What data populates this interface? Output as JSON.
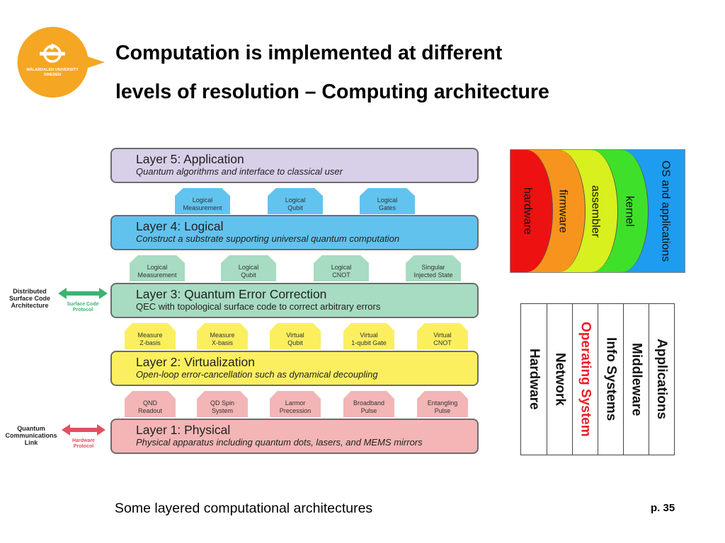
{
  "logo": {
    "university": "MÄLARDALEN UNIVERSITY",
    "country": "SWEDEN"
  },
  "title": {
    "line1": "Computation is implemented at different",
    "line2": "levels of resolution – Computing architecture"
  },
  "quantum_stack": {
    "layers": [
      {
        "title": "Layer 5: Application",
        "subtitle": "Quantum algorithms and interface to classical user",
        "color": "#d8cfe8"
      },
      {
        "title": "Layer 4: Logical",
        "subtitle": "Construct a substrate supporting universal quantum computation",
        "color": "#61c2ee"
      },
      {
        "title": "Layer 3: Quantum Error Correction",
        "subtitle": "QEC with topological surface code to correct arbitrary errors",
        "color": "#a7dcc2"
      },
      {
        "title": "Layer 2: Virtualization",
        "subtitle": "Open-loop error-cancellation such as dynamical decoupling",
        "color": "#fbef5f"
      },
      {
        "title": "Layer 1: Physical",
        "subtitle": "Physical apparatus including quantum dots, lasers, and MEMS mirrors",
        "color": "#f3b5b5"
      }
    ],
    "tags_row4": [
      {
        "l1": "Logical",
        "l2": "Measurement"
      },
      {
        "l1": "Logical",
        "l2": "Qubit"
      },
      {
        "l1": "Logical",
        "l2": "Gates"
      }
    ],
    "tags_row3": [
      {
        "l1": "Logical",
        "l2": "Measurement"
      },
      {
        "l1": "Logical",
        "l2": "Qubit"
      },
      {
        "l1": "Logical",
        "l2": "CNOT"
      },
      {
        "l1": "Singular",
        "l2": "Injected State"
      }
    ],
    "tags_row2": [
      {
        "l1": "Measure",
        "l2": "Z-basis"
      },
      {
        "l1": "Measure",
        "l2": "X-basis"
      },
      {
        "l1": "Virtual",
        "l2": "Qubit"
      },
      {
        "l1": "Virtual",
        "l2": "1-qubit Gate"
      },
      {
        "l1": "Virtual",
        "l2": "CNOT"
      }
    ],
    "tags_row1": [
      {
        "l1": "QND",
        "l2": "Readout"
      },
      {
        "l1": "QD Spin",
        "l2": "System"
      },
      {
        "l1": "Larmor",
        "l2": "Precession"
      },
      {
        "l1": "Broadband",
        "l2": "Pulse"
      },
      {
        "l1": "Entangling",
        "l2": "Pulse"
      }
    ],
    "side_top": {
      "l1": "Distributed",
      "l2": "Surface Code",
      "l3": "Architecture",
      "proto1": "Surface Code",
      "proto2": "Protocol",
      "color": "#3cb371"
    },
    "side_bottom": {
      "l1": "Quantum",
      "l2": "Communications",
      "l3": "Link",
      "proto1": "Hardware",
      "proto2": "Protocol",
      "color": "#e05060"
    }
  },
  "rainbow_stack": [
    {
      "label": "hardware",
      "color": "#ee1111"
    },
    {
      "label": "firmware",
      "color": "#f7941d"
    },
    {
      "label": "assembler",
      "color": "#d7f01e"
    },
    {
      "label": "kernel",
      "color": "#3fe02a"
    },
    {
      "label": "OS and applications",
      "color": "#1e9cf0"
    }
  ],
  "os_stack": [
    {
      "label": "Hardware",
      "color": "#111111"
    },
    {
      "label": "Network",
      "color": "#111111"
    },
    {
      "label": "Operating System",
      "color": "#ee1c24"
    },
    {
      "label": "Info Systems",
      "color": "#111111"
    },
    {
      "label": "Middleware",
      "color": "#111111"
    },
    {
      "label": "Applications",
      "color": "#111111"
    }
  ],
  "caption": "Some layered computational architectures",
  "page_number": "p. 35"
}
